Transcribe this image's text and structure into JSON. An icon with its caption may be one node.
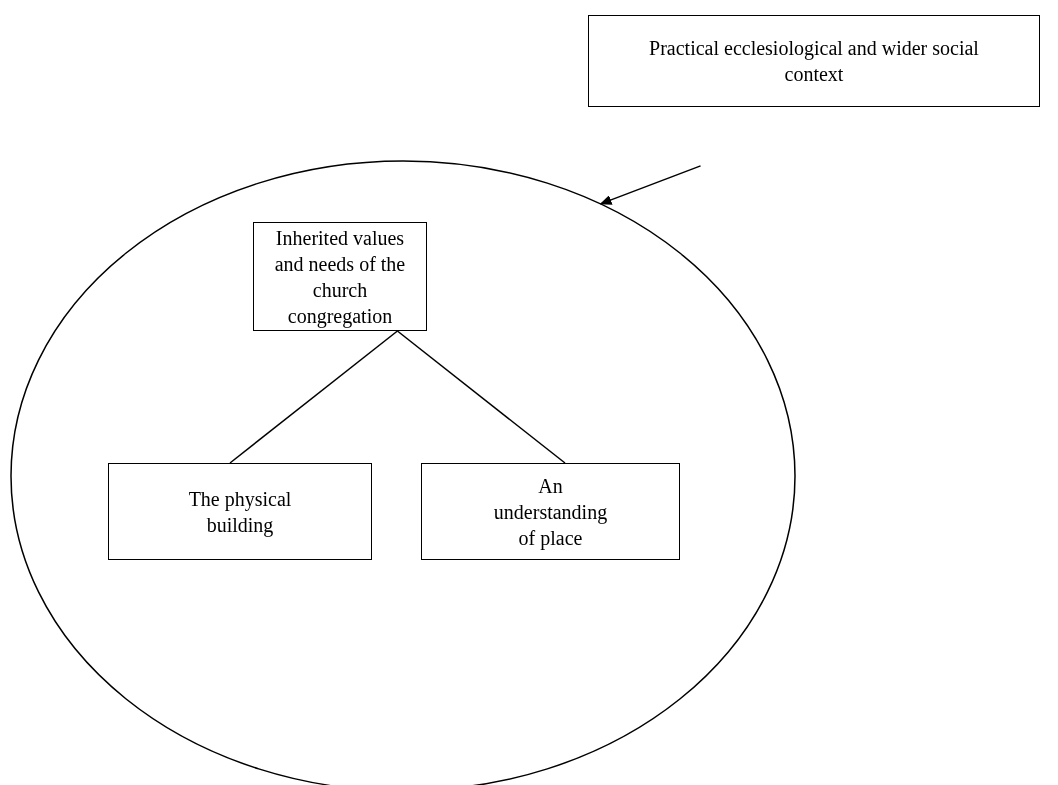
{
  "diagram": {
    "nodes": [
      {
        "text": [
          "Practical ecclesiological and wider social context"
        ]
      },
      {
        "text": [],
        "shape": "circle"
      },
      {
        "text": [
          "Inherited values and needs of the church congregation"
        ],
        "in": 1
      },
      {
        "text": [
          "The physical building"
        ],
        "in": 1
      },
      {
        "text": [
          "An understanding of place"
        ],
        "in": 1
      }
    ],
    "edges": [
      {
        "from": 0,
        "to": 1,
        "arrow": "to"
      },
      {
        "from": 2,
        "to": 3,
        "arrow": "none"
      },
      {
        "from": 2,
        "to": 4,
        "arrow": "none"
      }
    ]
  }
}
